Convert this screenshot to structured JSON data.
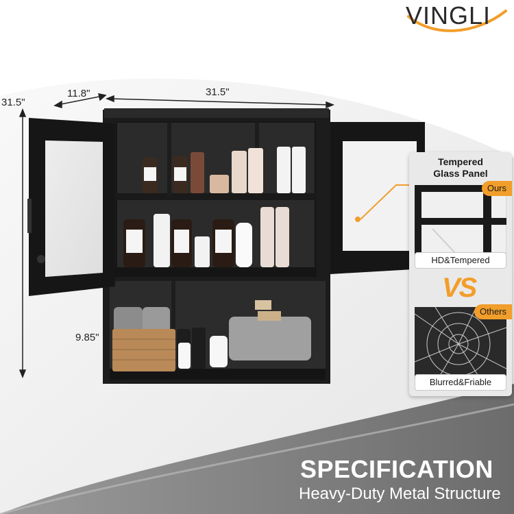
{
  "brand": {
    "logo_text": "VINGLI",
    "accent_color": "#f29e2b"
  },
  "dimensions": {
    "height_label": "31.5\"",
    "depth_label": "11.8\"",
    "width_label": "31.5\"",
    "shelf_height_label": "9.85\""
  },
  "comparison": {
    "panel_title_line1": "Tempered",
    "panel_title_line2": "Glass Panel",
    "ours_tag": "Ours",
    "ours_label": "HD&Tempered",
    "vs_text": "VS",
    "others_tag": "Others",
    "others_label": "Blurred&Friable"
  },
  "footer": {
    "title": "SPECIFICATION",
    "subtitle": "Heavy-Duty Metal Structure"
  },
  "colors": {
    "cabinet": "#1c1c1c",
    "background_swoosh": "#8a8a8a",
    "accent": "#f29e2b"
  }
}
